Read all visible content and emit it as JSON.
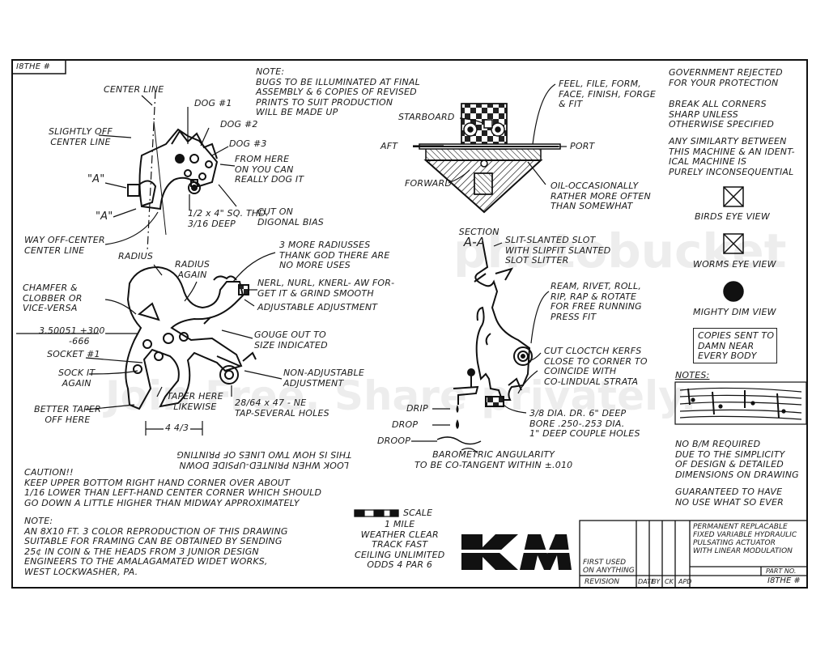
{
  "drawing_id": "I8THE #",
  "left_view": {
    "center_line": "CENTER LINE",
    "slightly_off": "SLIGHTLY OFF\nCENTER LINE",
    "dog1": "DOG #1",
    "dog2": "DOG #2",
    "dog3": "DOG #3",
    "from_here": "FROM HERE\nON YOU CAN\nREALLY DOG IT",
    "mark_a1": "\"A\"",
    "mark_a2": "\"A\"",
    "thread": "1/2 x 4\" SQ. THD.\n3/16 DEEP",
    "cut_on": "CUT ON\nDIGONAL BIAS",
    "way_off": "WAY OFF-CENTER\nCENTER LINE",
    "radius": "RADIUS",
    "radius_again": "RADIUS\nAGAIN",
    "three_more": "3 MORE RADIUSSES\nTHANK GOD THERE ARE\nNO MORE USES",
    "chamfer": "CHAMFER &\nCLOBBER OR\nVICE-VERSA",
    "nerl": "NERL, NURL, KNERL- AW FOR-\nGET IT & GRIND SMOOTH",
    "adjustable": "ADJUSTABLE ADJUSTMENT",
    "dimension": "3.50051 +300\n          -666",
    "gouge": "GOUGE OUT TO\nSIZE INDICATED",
    "socket": "SOCKET #1",
    "sock_it": "SOCK IT\nAGAIN",
    "non_adjustable": "NON-ADJUSTABLE\nADJUSTMENT",
    "better_taper": "BETTER TAPER\nOFF HERE",
    "taper_here": "TAPER HERE\nLIKEWISE",
    "tap_several": "28/64 x 47 - NE\nTAP-SEVERAL HOLES",
    "four_quarters": "4 4/3"
  },
  "note_top": "NOTE:\nBUGS TO BE ILLUMINATED AT FINAL\nASSEMBLY & 6 COPIES OF REVISED\nPRINTS TO SUIT PRODUCTION\nWILL BE MADE UP",
  "section_view": {
    "feel_file": "FEEL, FILE, FORM,\nFACE, FINISH, FORGE\n& FIT",
    "starboard": "STARBOARD",
    "aft": "AFT",
    "port": "PORT",
    "forward": "FORWARD",
    "oil": "OIL-OCCASIONALLY\nRATHER MORE OFTEN\nTHAN SOMEWHAT",
    "section_label": "SECTION",
    "section_letter": "A-A"
  },
  "right_part": {
    "slit_slanted": "SLIT-SLANTED SLOT\nWITH SLIPFIT SLANTED\nSLOT SLITTER",
    "ream": "REAM, RIVET, ROLL,\nRIP, RAP & ROTATE\nFOR FREE RUNNING\nPRESS FIT",
    "cut_cloctch": "CUT CLOCTCH KERFS\nCLOSE TO CORNER TO\nCOINCIDE WITH\nCO-LINDUAL STRATA",
    "drip": "DRIP",
    "drop": "DROP",
    "droop": "DROOP",
    "bore": "3/8 DIA. DR. 6\" DEEP\nBORE .250-.253 DIA.\n1\" DEEP COUPLE HOLES",
    "barometric": "BAROMETRIC ANGULARITY\nTO BE CO-TANGENT WITHIN ±.010"
  },
  "upside_down": "LOOK WHEN PRINTED-UPSIDE DOWN\nTHIS IS HOW TWO LINES OF PRINTING",
  "caution": "CAUTION!!\nKEEP UPPER BOTTOM RIGHT HAND CORNER OVER ABOUT\n1/16 LOWER THAN LEFT-HAND CENTER CORNER WHICH SHOULD\nGO DOWN A LITTLE HIGHER THAN MIDWAY APPROXIMATELY",
  "note_bottom": "NOTE:\nAN 8x10 FT. 3 COLOR REPRODUCTION OF THIS DRAWING\nSUITABLE FOR FRAMING CAN BE OBTAINED BY SENDING\n25¢ IN COIN & THE HEADS FROM 3 JUNIOR DESIGN\nENGINEERS TO THE AMALAGAMATED WIDET WORKS,\nWEST LOCKWASHER, PA.",
  "scale": {
    "label": "SCALE",
    "text": "1 MILE\nWEATHER CLEAR\nTRACK FAST\nCEILING UNLIMITED\nODDS 4 PAR 6"
  },
  "logo": "KM",
  "right_column": {
    "government": "GOVERNMENT REJECTED\nFOR YOUR PROTECTION",
    "break_corners": "BREAK ALL CORNERS\nSHARP UNLESS\nOTHERWISE SPECIFIED",
    "similarity": "ANY SIMILARTY BETWEEN\nTHIS MACHINE & AN IDENT-\nICAL MACHINE IS\nPURELY INCONSEQUENTIAL",
    "birds_eye": "BIRDS EYE VIEW",
    "worms_eye": "WORMS EYE VIEW",
    "mighty_dim": "MIGHTY DIM VIEW",
    "copies_sent": "COPIES SENT TO\nDAMN NEAR\nEVERY BODY",
    "notes_label": "NOTES:",
    "no_bm": "NO B/M REQUIRED\nDUE TO THE SIMPLICITY\nOF DESIGN & DETAILED\nDIMENSIONS ON DRAWING",
    "guaranteed": "GUARANTEED TO HAVE\nNO USE WHAT SO EVER"
  },
  "title_block": {
    "description": "PERMANENT REPLACABLE\nFIXED VARIABLE HYDRAULIC\nPULSATING ACTUATOR\nWITH LINEAR MODULATION",
    "first_used": "FIRST USED\nON ANYTHING",
    "revision": "REVISION",
    "date": "DATE",
    "by": "BY",
    "ck": "CK",
    "apd": "APD",
    "part_no": "PART NO.",
    "part_value": "I8THE #"
  },
  "watermark": {
    "top": "photobucket",
    "bottom": "Join Free. Share privately."
  }
}
